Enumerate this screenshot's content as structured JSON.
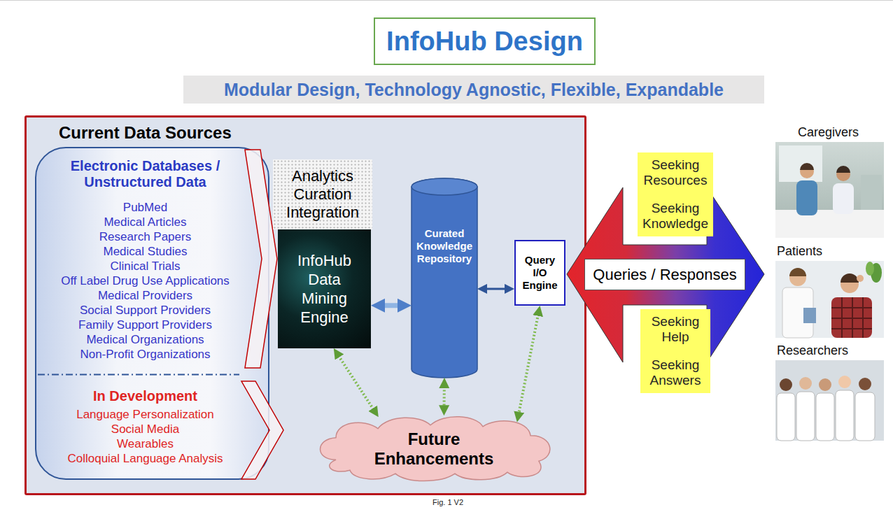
{
  "diagram": {
    "title": "InfoHub Design",
    "caption": "Fig. 1 V2",
    "nodes": [
      {
        "text": [
          "Modular Design, Technology Agnostic, Flexible, Expandable"
        ]
      },
      {
        "text": [
          "Current Data Sources"
        ]
      },
      {
        "text": [
          "Electronic Databases / Unstructured Data",
          "PubMed",
          "Medical Articles",
          "Research Papers",
          "Medical Studies",
          "Clinical Trials",
          "Off Label Drug Use Applications",
          "Medical Providers",
          "Social Support Providers",
          "Family Support Providers",
          "Medical Organizations",
          "Non-Profit Organizations",
          "In Development",
          "Language Personalization",
          "Social Media",
          "Wearables",
          "Colloquial Language Analysis"
        ],
        "in": 1
      },
      {
        "text": [
          "Analytics Curation Integration"
        ],
        "in": 1
      },
      {
        "text": [
          "InfoHub Data Mining Engine"
        ],
        "in": 1
      },
      {
        "text": [
          "Curated Knowledge Repository"
        ],
        "in": 1
      },
      {
        "text": [
          "Query I/O Engine"
        ],
        "in": 1
      },
      {
        "text": [
          "Future Enhancements"
        ],
        "in": 1
      },
      {
        "text": [
          "Seeking Resources",
          "Seeking Knowledge"
        ]
      },
      {
        "text": [
          "Queries / Responses"
        ]
      },
      {
        "text": [
          "Seeking Help",
          "Seeking Answers"
        ]
      },
      {
        "text": [
          "Caregivers"
        ]
      },
      {
        "text": [
          "Patients"
        ]
      },
      {
        "text": [
          "Researchers"
        ]
      }
    ],
    "edges": [
      {
        "from": 4,
        "to": 5,
        "arrow": "both"
      },
      {
        "from": 5,
        "to": 6,
        "arrow": "both"
      },
      {
        "from": 4,
        "to": 7,
        "arrow": "both"
      },
      {
        "from": 5,
        "to": 7,
        "arrow": "both"
      },
      {
        "from": 6,
        "to": 7,
        "arrow": "both"
      }
    ]
  }
}
